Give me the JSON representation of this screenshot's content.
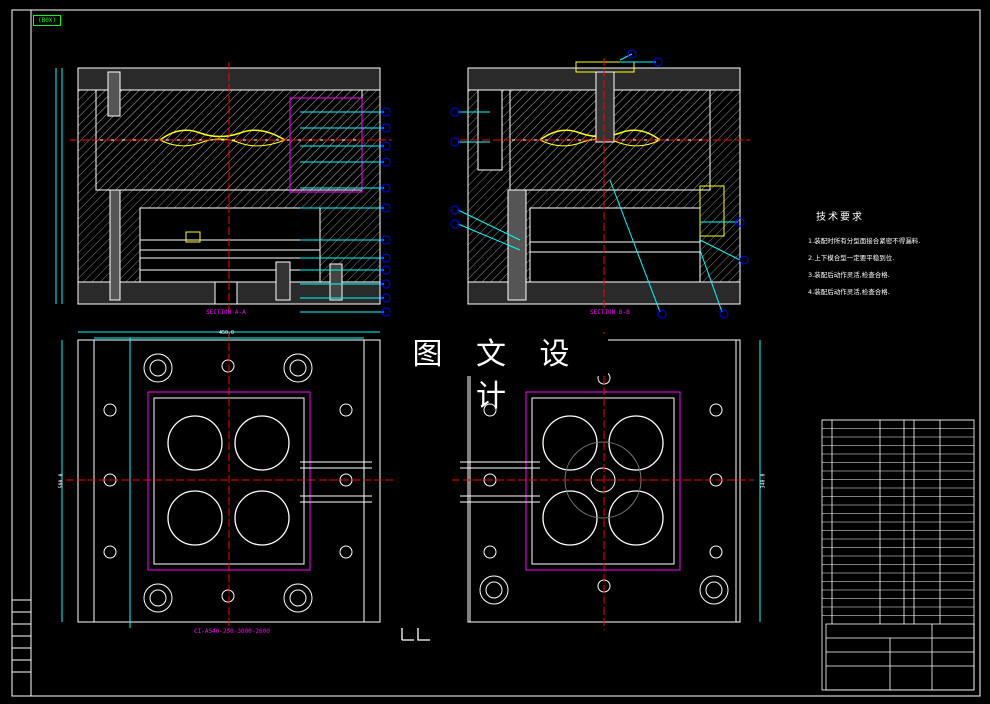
{
  "drawing": {
    "corner_tag": "(B0X)",
    "watermark": "图 文 设 计",
    "section_labels": {
      "a": "SECTION A-A",
      "b": "SECTION B-B"
    },
    "plan_note": "CI-A540-250-3000-2600",
    "technical_requirements": {
      "title": "技术要求",
      "items": [
        "1.装配时所有分型面接合紧密不得漏料.",
        "2.上下模合型一定要平稳到位.",
        "3.装配后动作灵活,检查合格.",
        "4.装配后动作灵活,检查合格."
      ]
    },
    "dimensions": {
      "width_top": "450.0",
      "height_left": "500.0",
      "height_side": "340.0"
    },
    "colors": {
      "background": "#000000",
      "frame": "#ffffff",
      "outline": "#ffffff",
      "mold": "#d8d8d8",
      "hatch": "#ffff00",
      "center": "#ff0000",
      "dimension": "#00ffff",
      "leader": "#00ffff",
      "balloon": "#0000ff",
      "part": "#ff00ff",
      "green": "#00ff00"
    }
  }
}
